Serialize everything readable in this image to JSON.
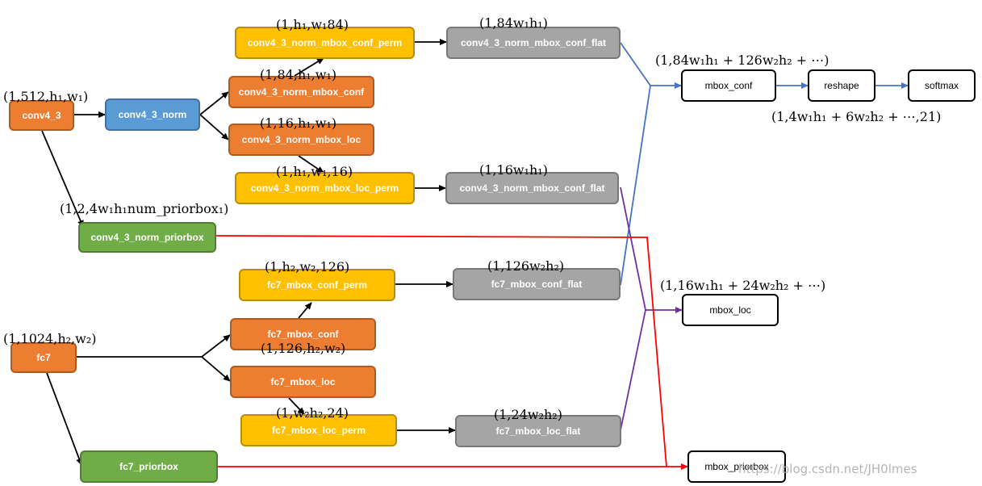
{
  "nodes": {
    "conv4_3": "conv4_3",
    "conv4_3_norm": "conv4_3_norm",
    "conv4_3_norm_mbox_conf_perm": "conv4_3_norm_mbox_conf_perm",
    "conv4_3_norm_mbox_conf": "conv4_3_norm_mbox_conf",
    "conv4_3_norm_mbox_loc": "conv4_3_norm_mbox_loc",
    "conv4_3_norm_mbox_loc_perm": "conv4_3_norm_mbox_loc_perm",
    "conv4_3_norm_mbox_conf_flat": "conv4_3_norm_mbox_conf_flat",
    "conv4_3_norm_mbox_loc_flat": "conv4_3_norm_mbox_conf_flat",
    "conv4_3_norm_priorbox": "conv4_3_norm_priorbox",
    "fc7": "fc7",
    "fc7_mbox_conf": "fc7_mbox_conf",
    "fc7_mbox_loc": "fc7_mbox_loc",
    "fc7_mbox_conf_perm": "fc7_mbox_conf_perm",
    "fc7_mbox_loc_perm": "fc7_mbox_loc_perm",
    "fc7_mbox_conf_flat": "fc7_mbox_conf_flat",
    "fc7_mbox_loc_flat": "fc7_mbox_loc_flat",
    "fc7_priorbox": "fc7_priorbox",
    "mbox_conf": "mbox_conf",
    "reshape": "reshape",
    "softmax": "softmax",
    "mbox_loc": "mbox_loc",
    "mbox_priorbox": "mbox_priorbox"
  },
  "shapes": {
    "conv4_3": "(1,512,h₁,w₁)",
    "conv4_3_norm_mbox_conf_perm": "(1,h₁,w₁84)",
    "conv4_3_norm_mbox_conf": "(1,84,h₁,w₁)",
    "conv4_3_norm_mbox_loc": "(1,16,h₁,w₁)",
    "conv4_3_norm_mbox_loc_perm": "(1,h₁,w₁,16)",
    "conv4_3_norm_mbox_conf_flat": "(1,84w₁h₁)",
    "conv4_3_norm_mbox_loc_flat": "(1,16w₁h₁)",
    "conv4_3_norm_priorbox": "(1,2,4w₁h₁num_priorbox₁)",
    "fc7": "(1,1024,h₂,w₂)",
    "fc7_mbox_conf_perm": "(1,h₂,w₂,126)",
    "fc7_mbox_conf_flat": "(1,126w₂h₂)",
    "fc7_mbox_conf": "(1,126,h₂,w₂)",
    "fc7_mbox_loc_perm": "(1,w₂h₂,24)",
    "fc7_mbox_loc_flat": "(1,24w₂h₂)",
    "mbox_conf": "(1,84w₁h₁ + 126w₂h₂ + ⋯)",
    "reshape": "(1,4w₁h₁ + 6w₂h₂ + ⋯,21)",
    "mbox_loc": "(1,16w₁h₁ + 24w₂h₂ + ⋯)"
  },
  "colors": {
    "conf_edge": "#4472c4",
    "loc_edge": "#7030a0",
    "prior_edge": "#ff0000",
    "main_edge": "#000000"
  },
  "watermark": "https://blog.csdn.net/JH0lmes"
}
